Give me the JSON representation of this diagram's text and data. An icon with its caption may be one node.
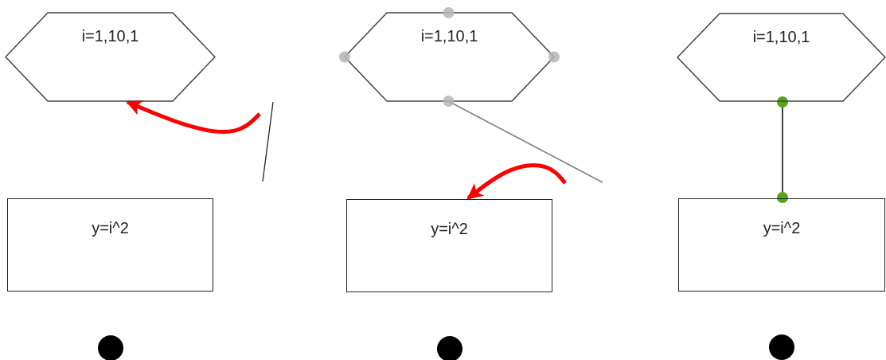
{
  "diagram": {
    "nodes": [
      {
        "text": [
          "i=1,10,1"
        ]
      },
      {
        "text": [
          "i=1,10,1"
        ]
      },
      {
        "text": [
          "i=1,10,1"
        ]
      },
      {
        "text": [
          "y=i^2"
        ]
      },
      {
        "text": [
          "y=i^2"
        ]
      },
      {
        "text": [
          "y=i^2"
        ]
      },
      {
        "text": [],
        "shape": "circle"
      },
      {
        "text": [],
        "shape": "circle"
      },
      {
        "text": [],
        "shape": "circle"
      }
    ],
    "edges": [
      {
        "from": null,
        "to": 0,
        "arrow": "to",
        "style": "thick",
        "color": "#ff0000"
      },
      {
        "from": 1,
        "to": null,
        "arrow": "none",
        "color": "#808080"
      },
      {
        "from": null,
        "to": 4,
        "arrow": "to",
        "style": "thick",
        "color": "#ff0000"
      },
      {
        "from": 2,
        "to": 5,
        "arrow": "other",
        "color": "#000000"
      }
    ]
  }
}
